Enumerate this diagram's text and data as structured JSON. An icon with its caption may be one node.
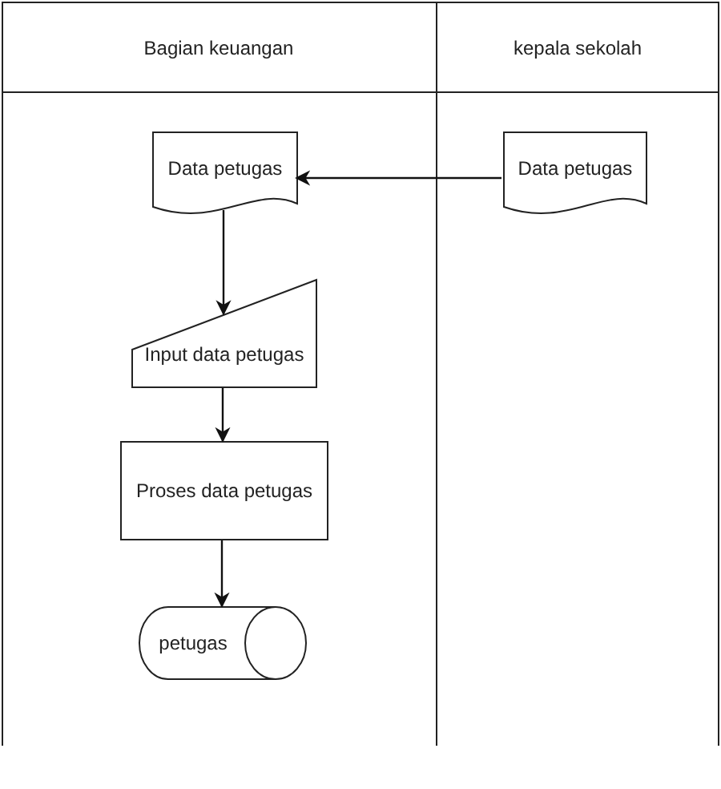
{
  "diagram": {
    "nodes": [
      {
        "text": [
          "Bagian keuangan"
        ]
      },
      {
        "text": [
          "kepala sekolah"
        ]
      },
      {
        "text": [
          "Data petugas"
        ],
        "in": 0
      },
      {
        "text": [
          "Data petugas"
        ],
        "in": 1
      },
      {
        "text": [
          "Input data petugas"
        ],
        "in": 0
      },
      {
        "text": [
          "Proses data petugas"
        ],
        "in": 0
      },
      {
        "text": [
          "petugas"
        ],
        "in": 0
      }
    ],
    "edges": [
      {
        "from": 3,
        "to": 2,
        "arrow": "to"
      },
      {
        "from": 2,
        "to": 4,
        "arrow": "to"
      },
      {
        "from": 4,
        "to": 5,
        "arrow": "to"
      },
      {
        "from": 5,
        "to": 6,
        "arrow": "to"
      }
    ]
  }
}
